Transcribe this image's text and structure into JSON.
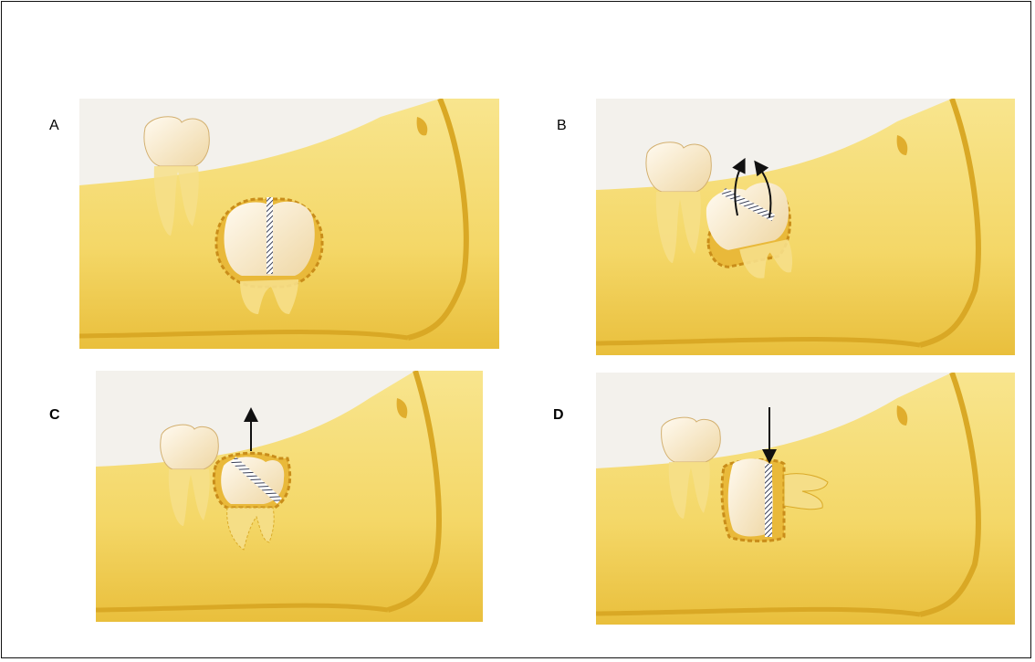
{
  "panels": [
    {
      "id": "A",
      "label": "A"
    },
    {
      "id": "B",
      "label": "B"
    },
    {
      "id": "C",
      "label": "C"
    },
    {
      "id": "D",
      "label": "D"
    }
  ],
  "colors": {
    "background": "#f3f1ec",
    "bone": "#f4d767",
    "bone_dark": "#d9a825",
    "tooth": "#fbf1d6",
    "tooth_shade": "#e8c98e",
    "cut_line": "#3a3f55",
    "arrow": "#111111"
  }
}
